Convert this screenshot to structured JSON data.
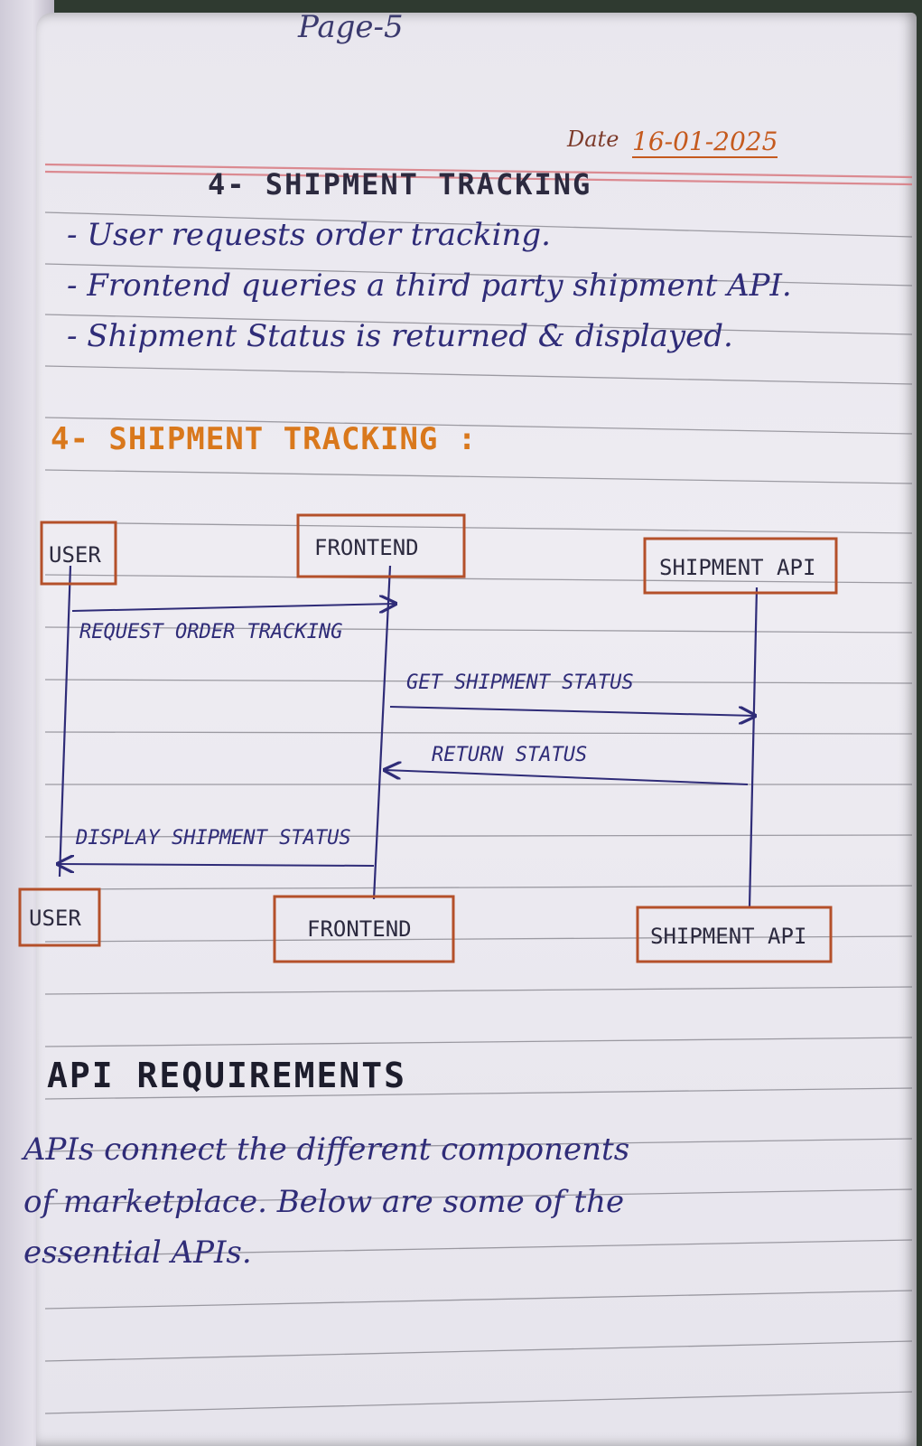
{
  "page": {
    "number": "Page-5",
    "date_label": "Date",
    "date": "16-01-2025"
  },
  "section_title": "4- SHIPMENT TRACKING",
  "steps": [
    "- User requests order tracking.",
    "- Frontend queries a third party shipment API.",
    "- Shipment Status is returned & displayed."
  ],
  "diagram": {
    "title": "4- SHIPMENT TRACKING :",
    "participants": [
      "USER",
      "FRONTEND",
      "SHIPMENT API"
    ],
    "messages": [
      {
        "from": "USER",
        "to": "FRONTEND",
        "label": "REQUEST ORDER TRACKING"
      },
      {
        "from": "FRONTEND",
        "to": "SHIPMENT API",
        "label": "GET SHIPMENT STATUS"
      },
      {
        "from": "SHIPMENT API",
        "to": "FRONTEND",
        "label": "RETURN STATUS"
      },
      {
        "from": "FRONTEND",
        "to": "USER",
        "label": "DISPLAY SHIPMENT STATUS"
      }
    ],
    "colors": {
      "box": "#b4502a",
      "line": "#2f2c78"
    }
  },
  "api_section": {
    "heading": "API REQUIREMENTS",
    "lines": [
      "APIs connect the different components",
      "of marketplace. Below are some of the",
      "essential APIs."
    ]
  }
}
